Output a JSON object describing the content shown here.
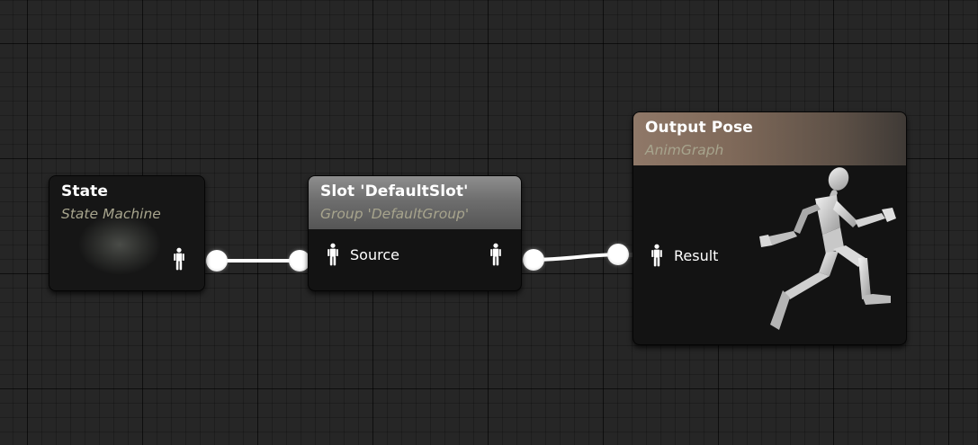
{
  "nodes": {
    "state": {
      "title": "State",
      "subtitle": "State Machine"
    },
    "slot": {
      "title": "Slot 'DefaultSlot'",
      "subtitle": "Group 'DefaultGroup'",
      "input_label": "Source"
    },
    "output": {
      "title": "Output Pose",
      "subtitle": "AnimGraph",
      "input_label": "Result"
    }
  },
  "icons": {
    "pose_pin": "pose-person-icon",
    "preview": "running-mannequin-icon"
  },
  "colors": {
    "background": "#262626",
    "node_body": "#131313",
    "title_text": "#ffffff",
    "subtitle_text": "#a7a48d",
    "slot_header": "#6e6e6e",
    "output_header": "#8a7260",
    "wire": "#ffffff"
  }
}
